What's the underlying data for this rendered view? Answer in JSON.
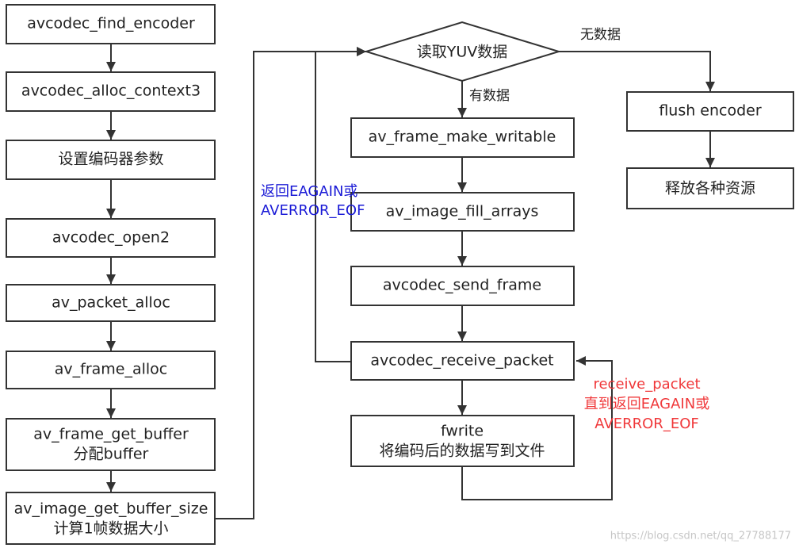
{
  "nodes": {
    "find_encoder": "avcodec_find_encoder",
    "alloc_context": "avcodec_alloc_context3",
    "set_params": "设置编码器参数",
    "open2": "avcodec_open2",
    "packet_alloc": "av_packet_alloc",
    "frame_alloc": "av_frame_alloc",
    "get_buffer_1": "av_frame_get_buffer",
    "get_buffer_2": "分配buffer",
    "buffer_size_1": "av_image_get_buffer_size",
    "buffer_size_2": "计算1帧数据大小",
    "read_yuv": "读取YUV数据",
    "make_writable": "av_frame_make_writable",
    "fill_arrays": "av_image_fill_arrays",
    "send_frame": "avcodec_send_frame",
    "receive_packet": "avcodec_receive_packet",
    "fwrite_1": "fwrite",
    "fwrite_2": "将编码后的数据写到文件",
    "flush": "flush encoder",
    "release": "释放各种资源"
  },
  "labels": {
    "no_data": "无数据",
    "has_data": "有数据",
    "eagain_1": "返回EAGAIN或",
    "eagain_2": "AVERROR_EOF",
    "loop_1": "receive_packet",
    "loop_2": "直到返回EAGAIN或",
    "loop_3": "AVERROR_EOF"
  },
  "watermark": "https://blog.csdn.net/qq_27788177",
  "colors": {
    "line": "#333333",
    "blue_note": "#1a1ad6",
    "red_note": "#f0383a",
    "watermark": "#c6c6c6"
  }
}
